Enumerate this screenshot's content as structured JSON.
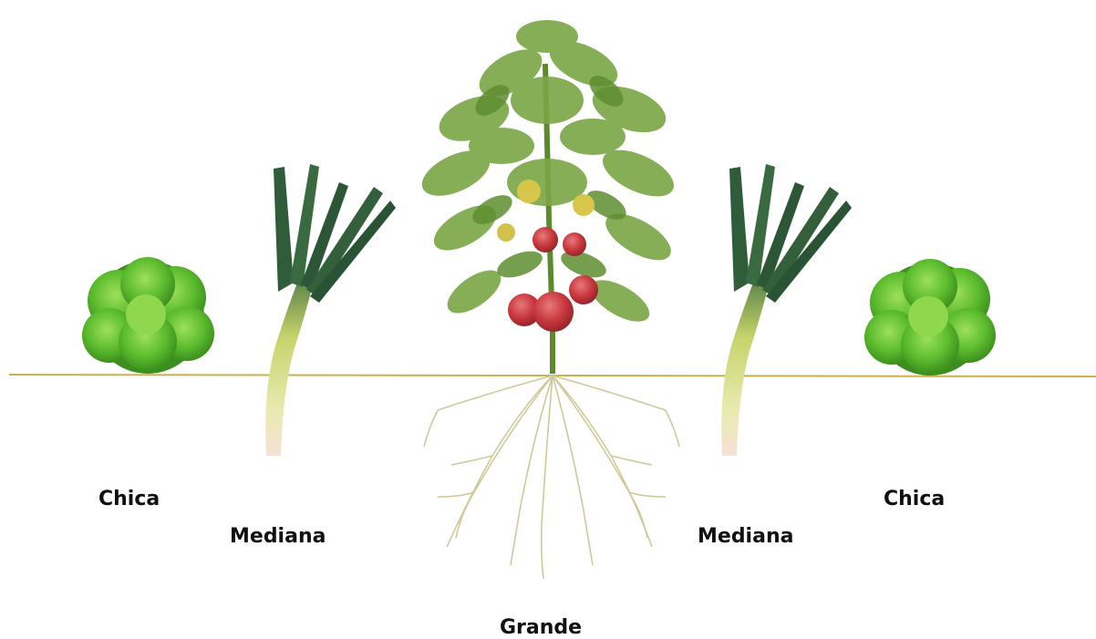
{
  "labels": {
    "small_left": "Chica",
    "medium_left": "Mediana",
    "large_center": "Grande",
    "medium_right": "Mediana",
    "small_right": "Chica"
  },
  "plants": [
    {
      "kind": "lettuce",
      "size": "Chica"
    },
    {
      "kind": "leek",
      "size": "Mediana"
    },
    {
      "kind": "tomato",
      "size": "Grande"
    },
    {
      "kind": "leek",
      "size": "Mediana"
    },
    {
      "kind": "lettuce",
      "size": "Chica"
    }
  ],
  "colors": {
    "ground_line": "#c9b24a",
    "lettuce": "#6cc53a",
    "lettuce_dark": "#3e9a22",
    "leek_leaf": "#2f5d3a",
    "leek_stem": "#d8dd86",
    "tomato_leaf": "#6f9a3c",
    "tomato_fruit": "#c93a3f",
    "tomato_green_fruit": "#d8c64a",
    "root": "#cfc99a"
  }
}
